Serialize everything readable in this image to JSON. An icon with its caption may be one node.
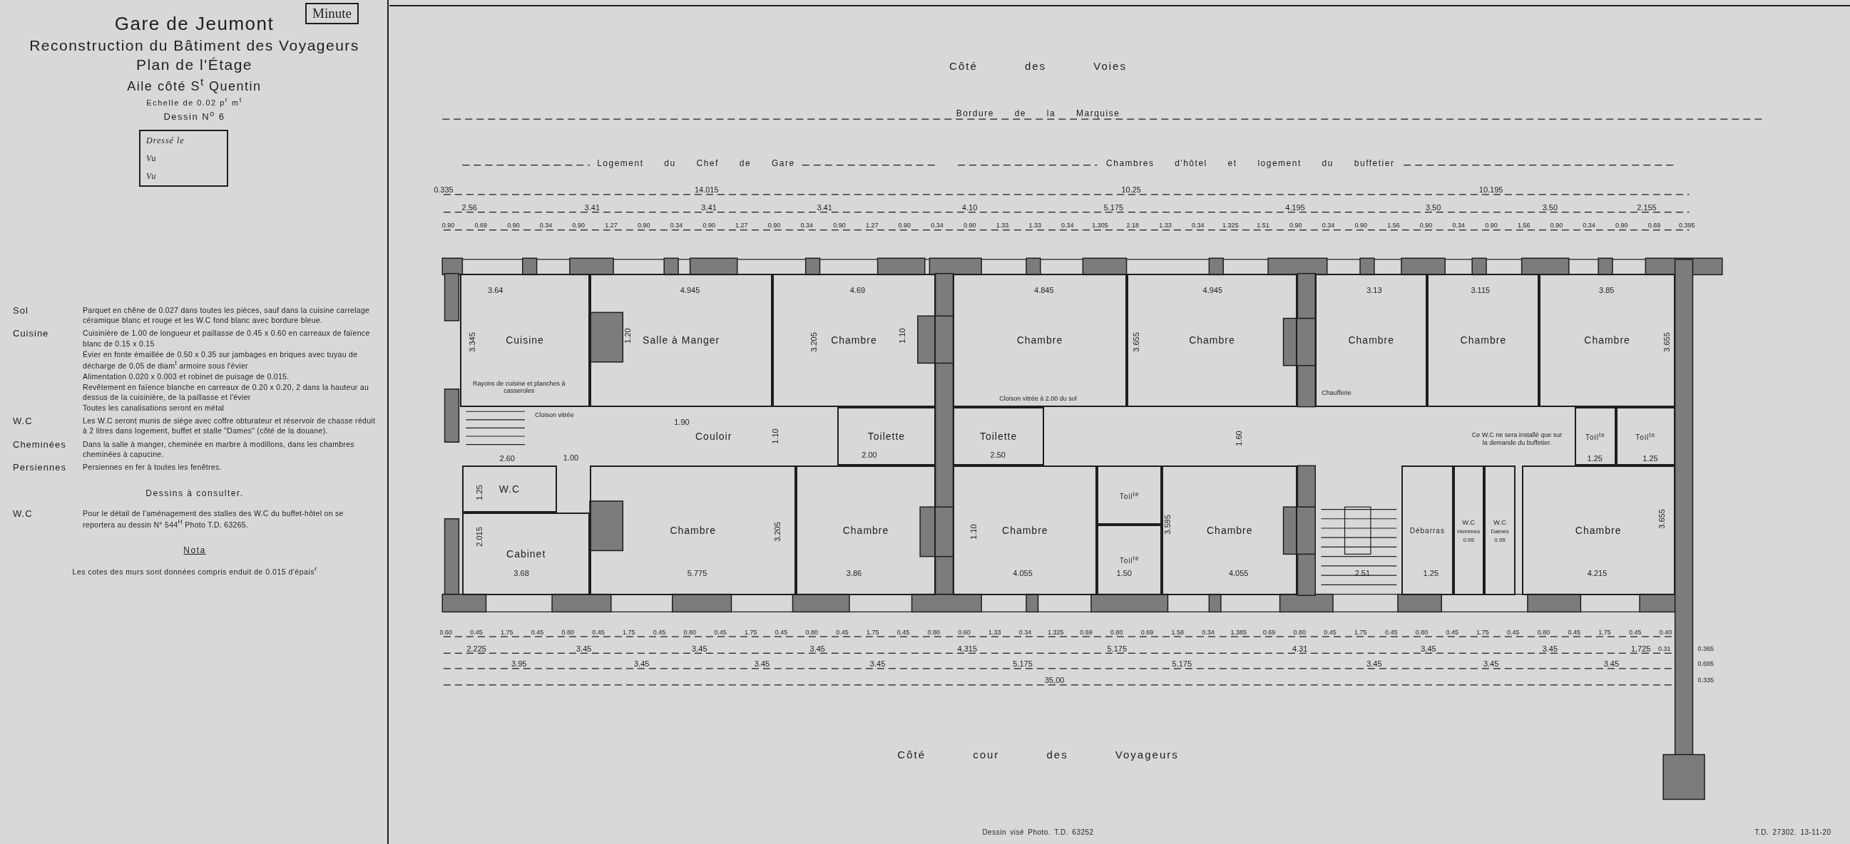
{
  "diagram": {
    "title": "Gare de Jeumont",
    "nodes": [
      {
        "text": [
          "Cuisine"
        ]
      },
      {
        "text": [
          "Salle à Manger"
        ]
      },
      {
        "text": [
          "Chambre"
        ]
      },
      {
        "text": [
          "Chambre"
        ]
      },
      {
        "text": [
          "Chambre"
        ]
      },
      {
        "text": [
          "Chambre"
        ]
      },
      {
        "text": [
          "Chambre"
        ]
      },
      {
        "text": [
          "Chambre"
        ]
      },
      {
        "text": [
          "Couloir"
        ]
      },
      {
        "text": [
          "Toilette"
        ]
      },
      {
        "text": [
          "Toilette"
        ]
      },
      {
        "text": [
          "W.C"
        ]
      },
      {
        "text": [
          "Cabinet"
        ]
      },
      {
        "text": [
          "Chambre"
        ]
      },
      {
        "text": [
          "Chambre"
        ]
      },
      {
        "text": [
          "Chambre"
        ]
      },
      {
        "text": [
          "Toil$^{te}$"
        ]
      },
      {
        "text": [
          "Toil$^{te}$"
        ]
      },
      {
        "text": [
          "Chambre"
        ]
      },
      {
        "text": [
          "Débarras"
        ]
      },
      {
        "text": [
          "W.C",
          "Hommes",
          "0.95"
        ]
      },
      {
        "text": [
          "W.C",
          "Dames",
          "0.95"
        ]
      },
      {
        "text": [
          "Chambre"
        ]
      },
      {
        "text": [
          "Toil$^{te}$"
        ]
      },
      {
        "text": [
          "Toil$^{te}$"
        ]
      },
      {
        "text": [
          "Dressé le",
          "Vu",
          "Vu"
        ]
      }
    ],
    "labels": [
      "Reconstruction du Bâtiment des Voyageurs",
      "Plan de l'Étage",
      "Aile côté S$^{t}$ Quentin",
      "Echelle de 0.02 p$^{r}$ m$^{t}$",
      "Dessin N$^{o}$ 6",
      "Minute",
      "Sol",
      "Parquet en chêne de 0.027 dans toutes les pièces, sauf dans la cuisine carrelage céramique blanc et rouge et les W.C fond blanc avec bordure bleue.",
      "Cuisine",
      "Cuisinière de 1.00 de longueur et paillasse de 0.45 x 0.60 en carreaux de faïence blanc de 0.15 x 0.15",
      "Évier en fonte émaillée de 0.50 x 0.35 sur jambages en briques avec tuyau de décharge de 0.05 de diam$^{t}$ armoire sous l'évier",
      "Alimentation 0.020 x 0.003 et robinet de puisage de 0.015.",
      "Revêtement en faïence blanche en carreaux de 0.20 x 0.20, 2 dans la hauteur au dessus de la cuisinière, de la paillasse et l'évier",
      "Toutes les canalisations seront en métal",
      "W.C",
      "Les W.C seront munis de siège avec coffre obturateur et réservoir de chasse réduit à 2 litres dans logement, buffet et stalle \"Dames\" (côté de la douane).",
      "Cheminées",
      "Dans la salle à manger, cheminée en marbre à modillons, dans les chambres cheminées à capucine.",
      "Persiennes",
      "Persiennes en fer à toutes les fenêtres.",
      "Dessins à consulter.",
      "W.C",
      "Pour le détail de l'aménagement des stalles des W.C du buffet-hôtel on se reportera au dessin N° 544$^{H}$ Photo T.D. 63265.",
      "Nota",
      "Les cotes des murs sont données compris enduit de 0.015 d'épais$^{r}$",
      "Côté des Voies",
      "Bordure de la Marquise",
      "Logement du Chef de Gare",
      "Chambres d'hôtel et logement du buffetier",
      "Côté cour des Voyageurs",
      "Dessin visé Photo. T.D. 63252",
      "T.D. 27302. 13-11-20",
      "0.335",
      "14.015",
      "10.25",
      "10.195",
      "2.56",
      "3.41",
      "3.41",
      "3.41",
      "4.10",
      "5.175",
      "4.195",
      "3.50",
      "3.50",
      "2.155",
      "0.90",
      "0.69",
      "0.90",
      "0.34",
      "0.90",
      "1.27",
      "0.90",
      "0.34",
      "0.90",
      "1.27",
      "0.90",
      "0.34",
      "0.90",
      "1.27",
      "0.90",
      "0.34",
      "0.90",
      "1.33",
      "1.33",
      "0.34",
      "1.305",
      "2.18",
      "1.33",
      "0.34",
      "1.325",
      "1.51",
      "0.90",
      "0.34",
      "0.90",
      "1.56",
      "0.90",
      "0.34",
      "0.90",
      "1.56",
      "0.90",
      "0.34",
      "0.90",
      "0.69",
      "0.395",
      "3.64",
      "4.945",
      "4.69",
      "4.845",
      "4.945",
      "3.13",
      "3.115",
      "3.85",
      "3.345",
      "1.20",
      "3.205",
      "1.10",
      "3.655",
      "3.655",
      "Rayons de cuisine et planches à casseroles",
      "Cloison vitrée",
      "Cloison vitrée à 2.00 du sol",
      "Chaufferie",
      "1.90",
      "1.10",
      "2.60",
      "1.00",
      "2.00",
      "2.50",
      "1.60",
      "Ce W.C ne sera installé que sur la demande du buffetier.",
      "1.25",
      "1.25",
      "1.25",
      "2.015",
      "3.68",
      "5.775",
      "3.86",
      "4.055",
      "1.50",
      "4.055",
      "2.51",
      "1.25",
      "4.215",
      "3.205",
      "1.10",
      "3.595",
      "3.655",
      "0.60",
      "0.45",
      "1.75",
      "0.45",
      "0.80",
      "0.45",
      "1.75",
      "0.45",
      "0.80",
      "0.45",
      "1.75",
      "0.45",
      "0.80",
      "0.45",
      "1.75",
      "0.45",
      "0.80",
      "0.60",
      "1.33",
      "0.34",
      "1.325",
      "0.69",
      "0.80",
      "0.69",
      "1.58",
      "0.34",
      "1.385",
      "0.69",
      "0.80",
      "0.45",
      "1.75",
      "0.45",
      "0.80",
      "0.45",
      "1.75",
      "0.45",
      "0.80",
      "0.45",
      "1.75",
      "0.45",
      "0.40",
      "2.225",
      "3.45",
      "3.45",
      "3.45",
      "4.315",
      "5.175",
      "4.31",
      "3.45",
      "3.45",
      "1.725",
      "0.31",
      "0.365",
      "3.95",
      "3.45",
      "3.45",
      "3.45",
      "5.175",
      "5.175",
      "3.45",
      "3.45",
      "3.45",
      "0.695",
      "35,00",
      "0.335"
    ]
  }
}
